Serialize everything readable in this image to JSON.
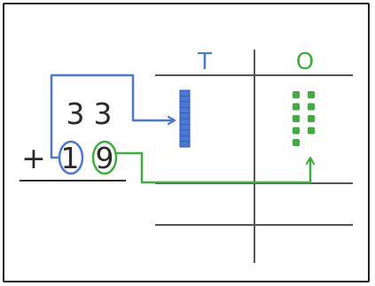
{
  "column_headers": {
    "tens": "T",
    "ones": "O"
  },
  "addition": {
    "top_digits": [
      "3",
      "3"
    ],
    "bottom_digits": [
      "1",
      "9"
    ],
    "operator": "+"
  },
  "blocks": {
    "tens_rods": 1,
    "ones_cubes": 9
  },
  "colors": {
    "tens": "#4a78d8",
    "ones": "#3fae3f",
    "ink": "#2b2b2b",
    "lines": "#555555"
  }
}
